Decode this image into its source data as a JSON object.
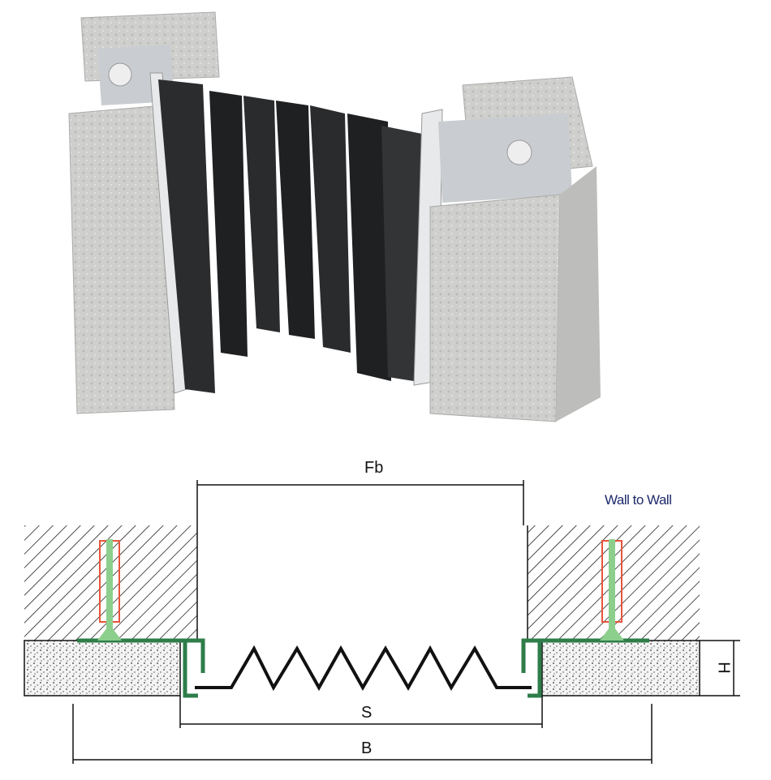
{
  "figure": {
    "render_caption": "",
    "mode_label": "Wall to Wall",
    "dimensions": {
      "fb": "Fb",
      "s": "S",
      "b": "B",
      "h": "H"
    }
  },
  "colors": {
    "profile": "#2e7d4a",
    "anchor": "#e8553a",
    "screw": "#8ccf8c",
    "label": "#1d2a6b"
  }
}
